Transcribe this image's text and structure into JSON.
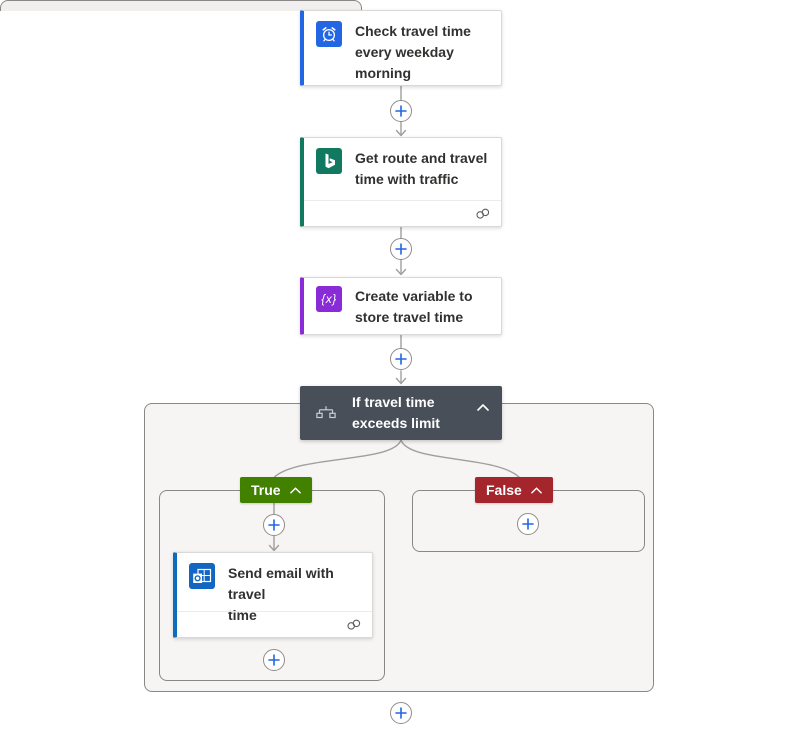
{
  "flow": {
    "trigger": {
      "title_lines": [
        "Check travel time",
        "every weekday",
        "morning"
      ],
      "icon": "recurrence-icon",
      "accent_color": "#2266E3"
    },
    "get_route": {
      "title_lines": [
        "Get route and travel",
        "time with traffic"
      ],
      "icon": "bing-maps-icon",
      "accent_color": "#10795F",
      "footer_icon": "connection-icon"
    },
    "create_variable": {
      "title_lines": [
        "Create variable to",
        "store travel time"
      ],
      "icon": "variable-icon",
      "glyph": "{x}",
      "accent_color": "#8A2BD8"
    },
    "condition": {
      "title_lines": [
        "If travel time",
        "exceeds limit"
      ],
      "icon": "condition-icon",
      "color": "#484F58"
    },
    "true_branch": {
      "label": "True",
      "color": "#428000"
    },
    "false_branch": {
      "label": "False",
      "color": "#A4262C"
    },
    "send_email": {
      "title_lines": [
        "Send email with travel",
        "time"
      ],
      "icon": "outlook-icon",
      "accent_color": "#0F6CBD",
      "footer_icon": "connection-icon"
    }
  },
  "colors": {
    "connector": "#A19F9D",
    "plus_sign": "#2266E3",
    "card_text": "#323130",
    "scope_background": "#F6F5F3",
    "scope_border": "#8A8886"
  }
}
